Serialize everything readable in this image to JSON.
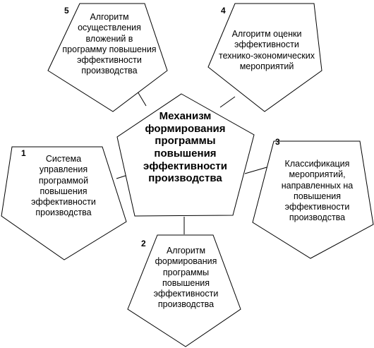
{
  "center": {
    "label": "Механизм\nформирования\nпрограммы\nповышения\nэффективности\nпроизводства"
  },
  "nodes": [
    {
      "number": "1",
      "label": "Система\nуправления\nпрограммой\nповышения\nэффективности\nпроизводства"
    },
    {
      "number": "2",
      "label": "Алгоритм\nформирования\nпрограммы\nповышения\nэффективности\nпроизводства"
    },
    {
      "number": "3",
      "label": "Классификация\nмероприятий,\nнаправленных на\nповышения\nэффективности\nпроизводства"
    },
    {
      "number": "4",
      "label": "Алгоритм оценки\nэффективности\nтехнико-экономических\nмероприятий"
    },
    {
      "number": "5",
      "label": "Алгоритм\nосуществления\nвложений в\nпрограмму повышения\nэффективности\nпроизводства"
    }
  ],
  "colors": {
    "stroke": "#000000",
    "fill": "#ffffff"
  }
}
